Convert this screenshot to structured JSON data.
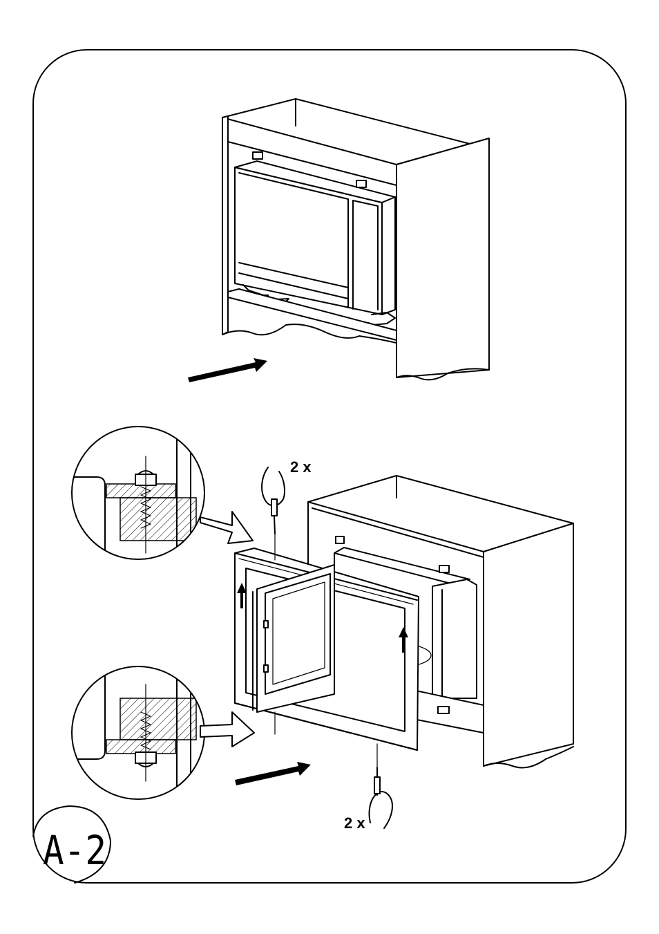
{
  "labels": {
    "screw_count_top": "2 x",
    "screw_count_bottom": "2 x",
    "step_badge": "A-2"
  },
  "colors": {
    "line": "#000000",
    "paper": "#ffffff"
  },
  "icons": [
    "push-arrow-icon",
    "lift-arrow-icon",
    "screwdriver-hand-icon",
    "detail-callout-arrow-icon"
  ]
}
